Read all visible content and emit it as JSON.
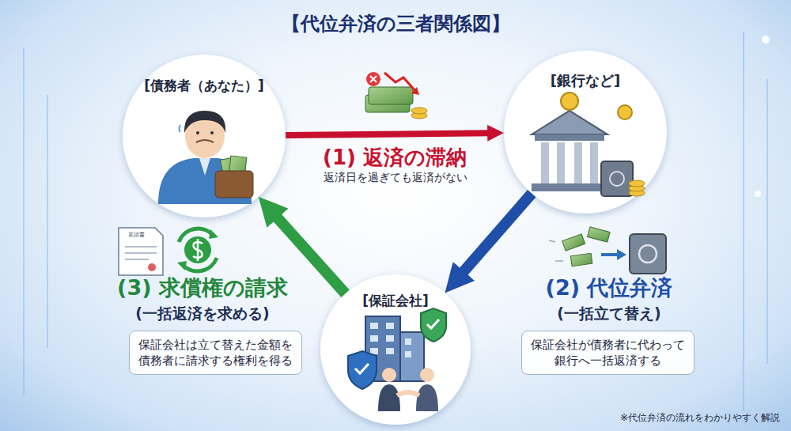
{
  "diagram": {
    "title": "【代位弁済の三者関係図】",
    "nodes": [
      {
        "text": [
          "[債務者（あなた）]"
        ]
      },
      {
        "text": [
          "[銀行など]"
        ]
      },
      {
        "text": [
          "[保証会社]"
        ]
      },
      {
        "text": [
          "保証会社は立て替えた金額を債務者に請求する権利を得る"
        ]
      },
      {
        "text": [
          "保証会社が債務者に代わって銀行へ一括返済する"
        ]
      }
    ],
    "edges": [
      {
        "from": 0,
        "to": 1,
        "arrow": "to",
        "label": "(1) 返済の滞納"
      },
      {
        "from": 1,
        "to": 2,
        "arrow": "to"
      },
      {
        "from": 2,
        "to": 0,
        "arrow": "to"
      }
    ],
    "labels": [
      "返済日を過ぎても返済がない",
      "(2) 代位弁済",
      "(一括立て替え)",
      "(3) 求償権の請求",
      "(一括返済を求める)",
      "要請書",
      "※代位弁済の流れをわかりやすく解説"
    ]
  }
}
